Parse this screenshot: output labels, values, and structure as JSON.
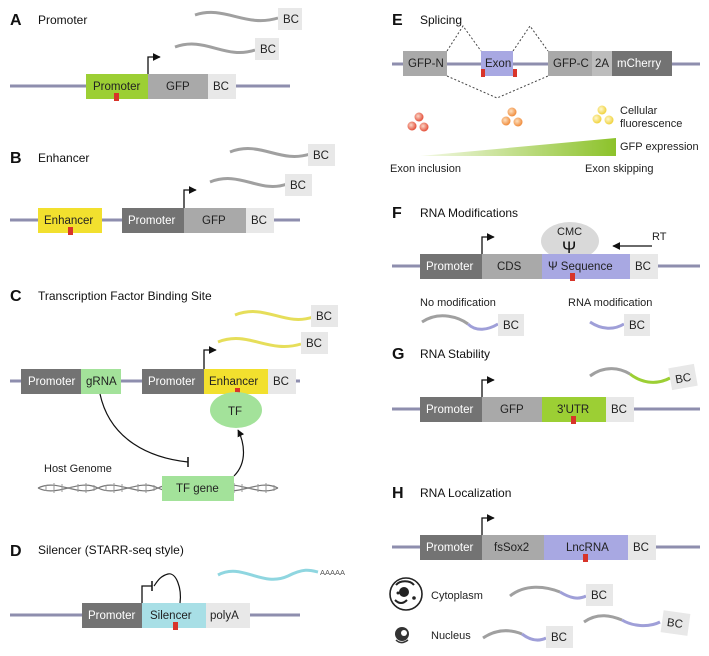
{
  "panels": {
    "A": {
      "letter": "A",
      "title": "Promoter",
      "promoter": "Promoter",
      "gfp": "GFP",
      "bc": "BC",
      "bc_r1": "BC",
      "bc_r2": "BC"
    },
    "B": {
      "letter": "B",
      "title": "Enhancer",
      "enhancer": "Enhancer",
      "promoter": "Promoter",
      "gfp": "GFP",
      "bc": "BC",
      "bc_r1": "BC",
      "bc_r2": "BC"
    },
    "C": {
      "letter": "C",
      "title": "Transcription Factor Binding Site",
      "promoter1": "Promoter",
      "grna": "gRNA",
      "promoter2": "Promoter",
      "enhancer": "Enhancer",
      "bc": "BC",
      "tf": "TF",
      "host_genome": "Host Genome",
      "tf_gene": "TF gene",
      "bc_r1": "BC",
      "bc_r2": "BC"
    },
    "D": {
      "letter": "D",
      "title": "Silencer (STARR-seq style)",
      "promoter": "Promoter",
      "silencer": "Silencer",
      "polya": "polyA",
      "aaaaa": "AAAAA"
    },
    "E": {
      "letter": "E",
      "title": "Splicing",
      "gfpn": "GFP-N",
      "exon": "Exon",
      "gfpc": "GFP-C",
      "twoa": "2A",
      "mcherry": "mCherry",
      "cell_fluor_1": "Cellular",
      "cell_fluor_2": "fluorescence",
      "gfp_expr": "GFP expression",
      "exon_incl": "Exon inclusion",
      "exon_skip": "Exon skipping"
    },
    "F": {
      "letter": "F",
      "title": "RNA Modifications",
      "cmc": "CMC",
      "psi": "Ψ",
      "rt": "RT",
      "promoter": "Promoter",
      "cds": "CDS",
      "psi_seq": "Ψ Sequence",
      "bc": "BC",
      "no_mod": "No modification",
      "rna_mod": "RNA modification",
      "bc_r1": "BC",
      "bc_r2": "BC"
    },
    "G": {
      "letter": "G",
      "title": "RNA Stability",
      "promoter": "Promoter",
      "gfp": "GFP",
      "utr": "3'UTR",
      "bc": "BC",
      "bc_r": "BC"
    },
    "H": {
      "letter": "H",
      "title": "RNA Localization",
      "promoter": "Promoter",
      "fssox2": "fsSox2",
      "lncrna": "LncRNA",
      "bc": "BC",
      "cytoplasm": "Cytoplasm",
      "nucleus": "Nucleus",
      "bc_r1": "BC",
      "bc_r2": "BC",
      "bc_r3": "BC"
    }
  },
  "colors": {
    "line": "#8e8eae",
    "promoter_green": "#9ccf34",
    "promoter_grey": "#737373",
    "gfp_grey": "#a9a9a9",
    "bc_light": "#e8e8e8",
    "enhancer_yellow": "#f2e02e",
    "grna_green": "#a3e29a",
    "silencer_cyan": "#a8dfe6",
    "exon_blue": "#a8a8e2",
    "utr_green": "#9ccf34",
    "mark_red": "#d8342a",
    "rna_grey": "#a0a0a0",
    "rna_yellow": "#e6de5a",
    "rna_cyan": "#8fd6e0",
    "rna_purple": "#9f9fd8"
  },
  "icons": [
    "arrow-icon",
    "cytoplasm-cell-icon",
    "nucleus-cell-icon",
    "cell-dots-icon",
    "dna-helix-icon"
  ]
}
